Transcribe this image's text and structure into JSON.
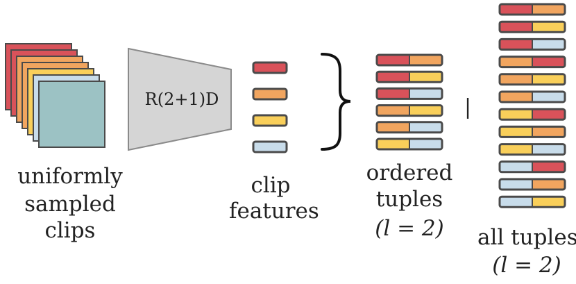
{
  "colors": {
    "red": "#d9525a",
    "orange": "#f1a55f",
    "yellow": "#f9cf5a",
    "lightblue": "#c8dcea",
    "teal": "#9cc2c4",
    "frame": "#4a4a4a",
    "encoder_fill": "#d5d5d5",
    "encoder_stroke": "#8a8a8a"
  },
  "clips": {
    "label_line1": "uniformly",
    "label_line2": "sampled",
    "label_line3": "clips",
    "stack_colors": [
      "red",
      "red",
      "orange",
      "orange",
      "yellow",
      "lightblue",
      "teal"
    ]
  },
  "encoder": {
    "label": "R(2+1)D"
  },
  "features": {
    "label_line1": "clip",
    "label_line2": "features",
    "colors": [
      "red",
      "orange",
      "yellow",
      "lightblue"
    ]
  },
  "ordered_tuples": {
    "label_line1": "ordered",
    "label_line2": "tuples",
    "label_math": "(l = 2)",
    "rows": [
      [
        "red",
        "orange"
      ],
      [
        "red",
        "yellow"
      ],
      [
        "red",
        "lightblue"
      ],
      [
        "orange",
        "yellow"
      ],
      [
        "orange",
        "lightblue"
      ],
      [
        "yellow",
        "lightblue"
      ]
    ]
  },
  "separator": "|",
  "all_tuples": {
    "label_line1": "all tuples",
    "label_math": "(l = 2)",
    "rows": [
      [
        "red",
        "orange"
      ],
      [
        "red",
        "yellow"
      ],
      [
        "red",
        "lightblue"
      ],
      [
        "orange",
        "red"
      ],
      [
        "orange",
        "yellow"
      ],
      [
        "orange",
        "lightblue"
      ],
      [
        "yellow",
        "red"
      ],
      [
        "yellow",
        "orange"
      ],
      [
        "yellow",
        "lightblue"
      ],
      [
        "lightblue",
        "red"
      ],
      [
        "lightblue",
        "orange"
      ],
      [
        "lightblue",
        "yellow"
      ]
    ]
  }
}
